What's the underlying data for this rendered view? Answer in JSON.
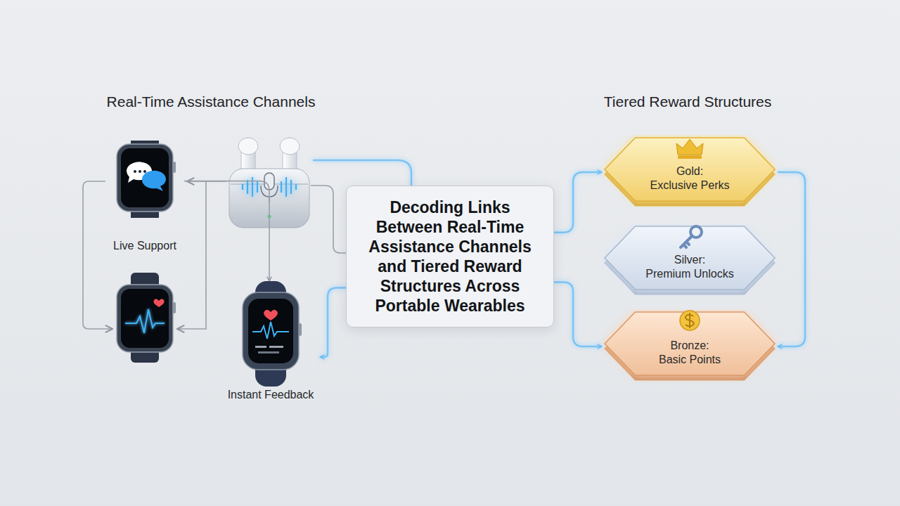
{
  "diagram": {
    "nodes": [
      {
        "text": [
          "Live Support"
        ]
      },
      {
        "text": [
          "Instant Feedback"
        ]
      },
      {
        "text": [
          "Decoding Links Between Real-Time Assistance Channels and Tiered Reward Structures Across Portable Wearables"
        ]
      },
      {
        "text": [
          "Gold:",
          "Exclusive Perks"
        ]
      },
      {
        "text": [
          "Silver:",
          "Premium Unlocks"
        ]
      },
      {
        "text": [
          "Bronze:",
          "Basic Points"
        ]
      }
    ],
    "edges": [
      {
        "from": 0,
        "to": 1,
        "arrow": "to"
      },
      {
        "from": 2,
        "to": 1,
        "arrow": "to"
      },
      {
        "from": 2,
        "to": 3,
        "arrow": "to"
      },
      {
        "from": 2,
        "to": 5,
        "arrow": "to"
      },
      {
        "from": 3,
        "to": 5,
        "arrow": "to"
      }
    ],
    "labels": [
      "Real-Time Assistance Channels",
      "Tiered Reward Structures"
    ]
  }
}
